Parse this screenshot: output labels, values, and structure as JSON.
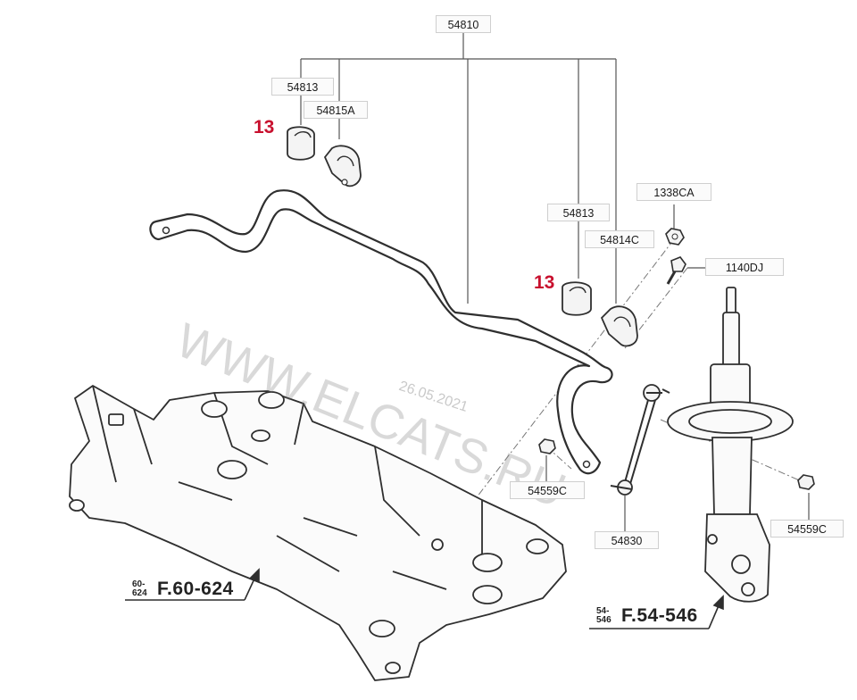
{
  "labels": {
    "main_kit": "54810",
    "bushing_left": "54813",
    "bracket_left": "54815A",
    "bushing_right": "54813",
    "bracket_right": "54814C",
    "nut_top": "1338CA",
    "bolt_top": "1140DJ",
    "nut_link": "54559C",
    "nut_strut": "54559C",
    "stabilizer_link": "54830"
  },
  "callouts": {
    "qty_left": "13",
    "qty_right": "13"
  },
  "refs": {
    "subframe_small": "60-\n624",
    "subframe_main": "F.60-624",
    "strut_small": "54-\n546",
    "strut_main": "F.54-546"
  },
  "watermark": {
    "site": "WWW.ELCATS.RU",
    "date": "26.05.2021"
  },
  "colors": {
    "line": "#3a3a3a",
    "part_fill": "#f4f4f4",
    "callout": "#c8102e",
    "label_bg": "#fbfbfb"
  }
}
